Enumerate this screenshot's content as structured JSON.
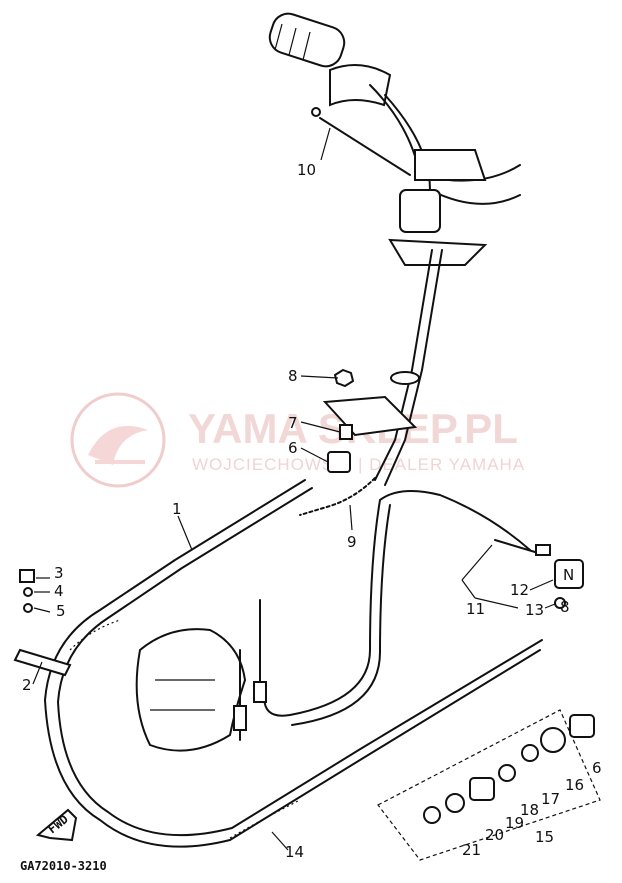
{
  "diagram": {
    "callouts": [
      "1",
      "2",
      "3",
      "4",
      "5",
      "6",
      "7",
      "8",
      "9",
      "10",
      "11",
      "12",
      "13",
      "14",
      "15",
      "16",
      "17",
      "18",
      "19",
      "20",
      "21"
    ],
    "fwd_label": "FWD",
    "neutral_label": "N",
    "reference_code": "GA72010-3210"
  },
  "watermark": {
    "brand_line": "YAMA  SKLEP.PL",
    "sub_line": "WOJCIECHOWSKI | DEALER YAMAHA"
  }
}
